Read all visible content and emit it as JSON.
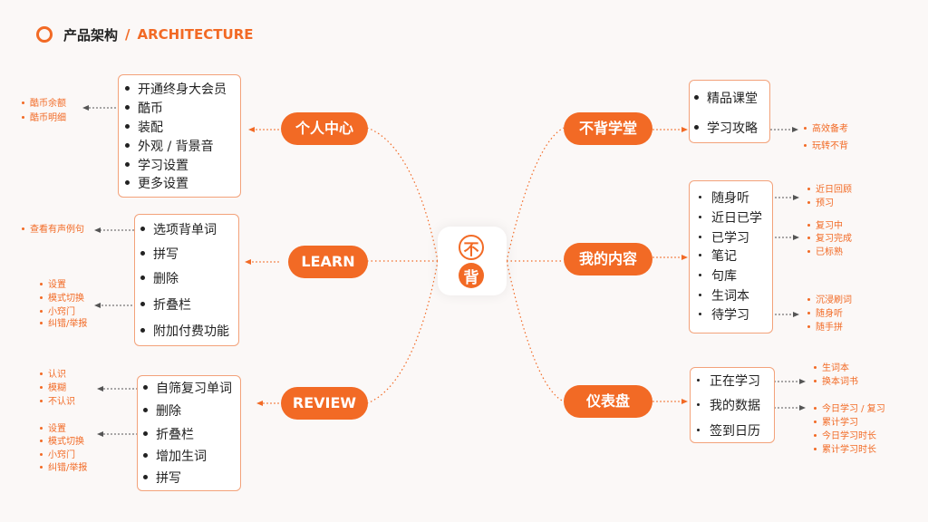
{
  "header": {
    "title_cn": "产品架构",
    "separator": "/",
    "title_en": "ARCHITECTURE"
  },
  "logo": {
    "char_top": "不",
    "char_bottom": "背"
  },
  "colors": {
    "accent": "#f26a25",
    "box_border": "#f3a27a",
    "text": "#222222",
    "background": "#fbf8f7"
  },
  "left": {
    "personal": {
      "label": "个人中心",
      "items": [
        "开通终身大会员",
        "酷币",
        "装配",
        "外观 / 背景音",
        "学习设置",
        "更多设置"
      ],
      "leaves": [
        "酷币余额",
        "酷币明细"
      ]
    },
    "learn": {
      "label": "LEARN",
      "items": [
        "选项背单词",
        "拼写",
        "删除",
        "折叠栏",
        "附加付费功能"
      ],
      "leaves_a": [
        "查看有声例句"
      ],
      "leaves_b": [
        "设置",
        "模式切换",
        "小窍门",
        "纠错/举报"
      ]
    },
    "review": {
      "label": "REVIEW",
      "items": [
        "自筛复习单词",
        "删除",
        "折叠栏",
        "增加生词",
        "拼写"
      ],
      "leaves_a": [
        "认识",
        "模糊",
        "不认识"
      ],
      "leaves_b": [
        "设置",
        "模式切换",
        "小窍门",
        "纠错/举报"
      ]
    }
  },
  "right": {
    "course": {
      "label": "不背学堂",
      "items": [
        "精品课堂",
        "学习攻略"
      ],
      "leaves": [
        "高效备考",
        "玩转不背"
      ]
    },
    "content": {
      "label": "我的内容",
      "items": [
        "随身听",
        "近日已学",
        "已学习",
        "笔记",
        "句库",
        "生词本",
        "待学习"
      ],
      "leaves_a": [
        "近日回顾",
        "预习"
      ],
      "leaves_b": [
        "复习中",
        "复习完成",
        "已标熟"
      ],
      "leaves_c": [
        "沉浸刷词",
        "随身听",
        "随手拼"
      ]
    },
    "dashboard": {
      "label": "仪表盘",
      "items": [
        "正在学习",
        "我的数据",
        "签到日历"
      ],
      "leaves_a": [
        "生词本",
        "换本词书"
      ],
      "leaves_b": [
        "今日学习 / 复习",
        "累计学习",
        "今日学习时长",
        "累计学习时长"
      ]
    }
  }
}
